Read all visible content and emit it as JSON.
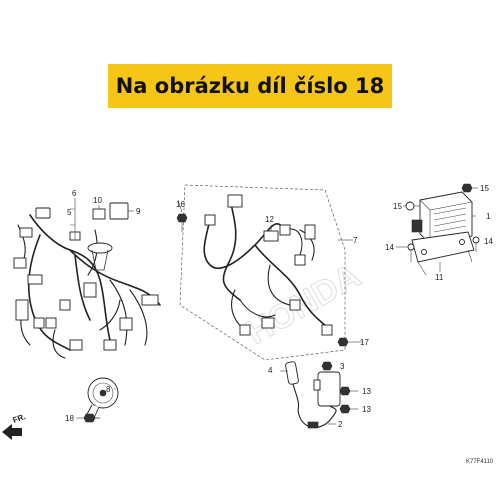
{
  "banner": {
    "text": "Na obrázku díl číslo 18",
    "background": "#f5c617"
  },
  "watermark": {
    "text": "HONDA"
  },
  "diagram_code": "K77F4110",
  "direction_label": "FR.",
  "callouts": [
    {
      "id": "1",
      "text": "1"
    },
    {
      "id": "2",
      "text": "2"
    },
    {
      "id": "3",
      "text": "3"
    },
    {
      "id": "4",
      "text": "4"
    },
    {
      "id": "5",
      "text": "5"
    },
    {
      "id": "6",
      "text": "6"
    },
    {
      "id": "7",
      "text": "7"
    },
    {
      "id": "8",
      "text": "8"
    },
    {
      "id": "9",
      "text": "9"
    },
    {
      "id": "10",
      "text": "10"
    },
    {
      "id": "11",
      "text": "11"
    },
    {
      "id": "12",
      "text": "12"
    },
    {
      "id": "13a",
      "text": "13"
    },
    {
      "id": "13b",
      "text": "13"
    },
    {
      "id": "14a",
      "text": "14"
    },
    {
      "id": "14b",
      "text": "14"
    },
    {
      "id": "15a",
      "text": "15"
    },
    {
      "id": "15b",
      "text": "15"
    },
    {
      "id": "16",
      "text": "16"
    },
    {
      "id": "17",
      "text": "17"
    },
    {
      "id": "18",
      "text": "18"
    }
  ]
}
